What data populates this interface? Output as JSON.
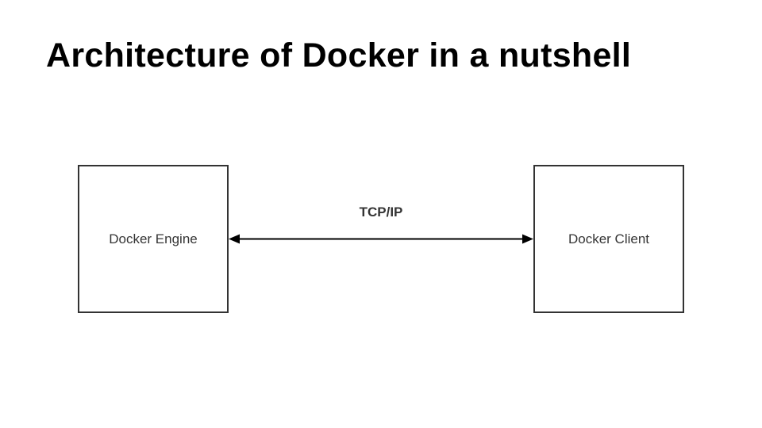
{
  "title": "Architecture of Docker in a nutshell",
  "diagram": {
    "nodes": [
      {
        "id": "docker-engine",
        "label": "Docker Engine"
      },
      {
        "id": "docker-client",
        "label": "Docker Client"
      }
    ],
    "edge": {
      "label": "TCP/IP",
      "type": "bidirectional-arrow",
      "from": "docker-engine",
      "to": "docker-client"
    },
    "colors": {
      "background": "#ffffff",
      "box_border": "#333333",
      "box_fill": "#ffffff",
      "node_text": "#343434",
      "edge_line": "#000000",
      "edge_label_text": "#343434",
      "title_text": "#000000"
    }
  }
}
